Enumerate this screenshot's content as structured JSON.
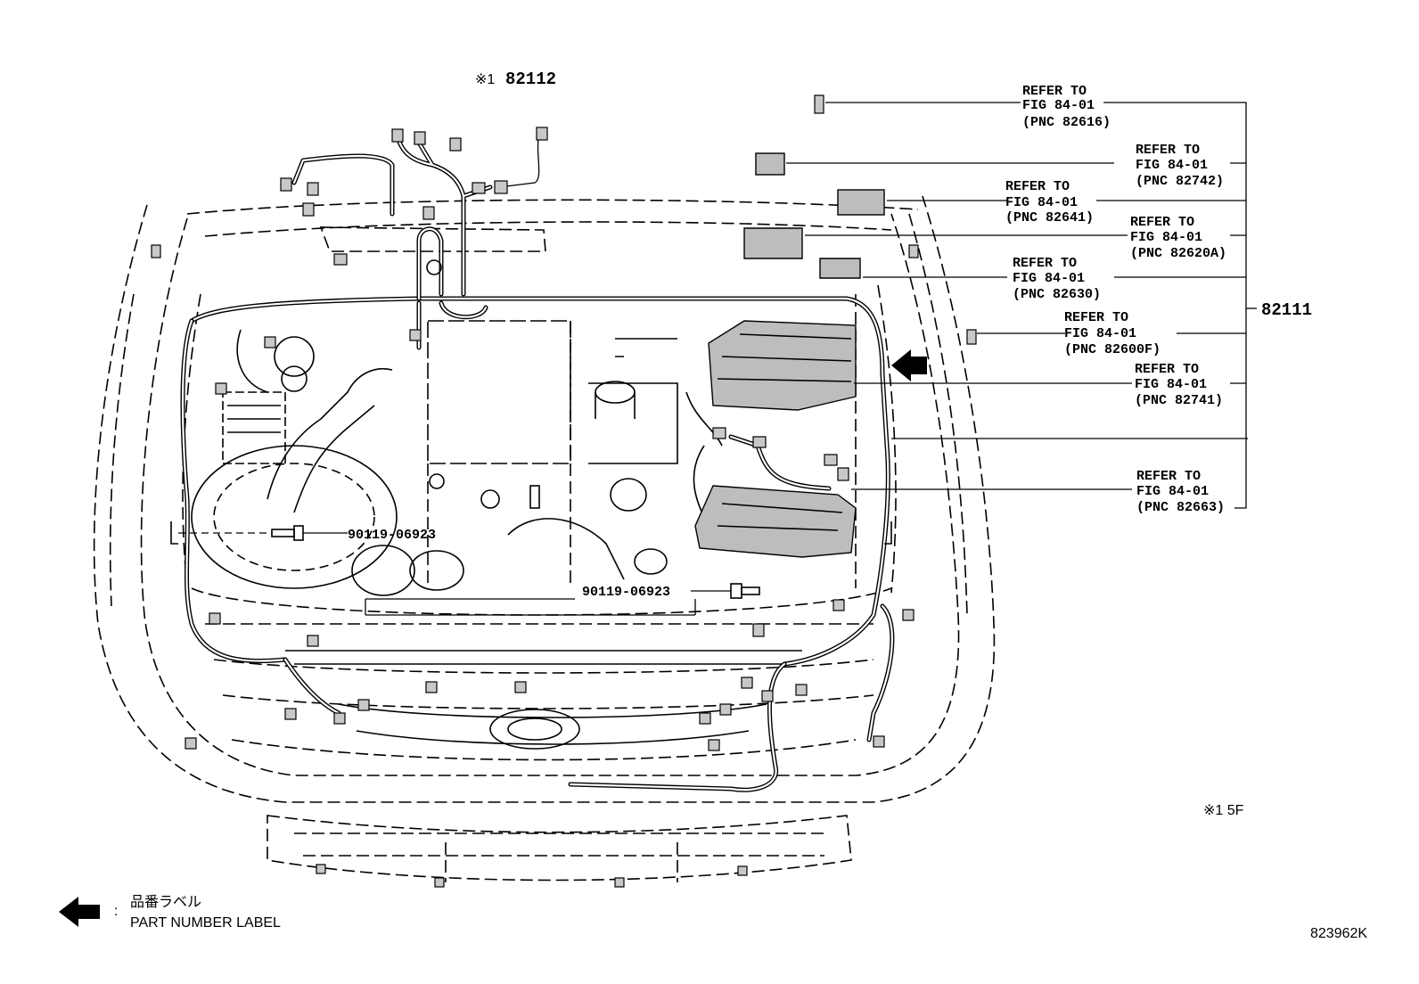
{
  "diagram": {
    "top_part": {
      "symbol": "※1",
      "number": "82112"
    },
    "main_part_number": "82111",
    "refer_callouts": [
      {
        "line1": "REFER TO",
        "line2": "FIG 84-01",
        "line3": "(PNC 82616)"
      },
      {
        "line1": "REFER TO",
        "line2": "FIG 84-01",
        "line3": "(PNC 82742)"
      },
      {
        "line1": "REFER TO",
        "line2": "FIG 84-01",
        "line3": "(PNC 82641)"
      },
      {
        "line1": "REFER TO",
        "line2": "FIG 84-01",
        "line3": "(PNC 82620A)"
      },
      {
        "line1": "REFER TO",
        "line2": "FIG 84-01",
        "line3": "(PNC 82630)"
      },
      {
        "line1": "REFER TO",
        "line2": "FIG 84-01",
        "line3": "(PNC 82600F)"
      },
      {
        "line1": "REFER TO",
        "line2": "FIG 84-01",
        "line3": "(PNC 82741)"
      },
      {
        "line1": "REFER TO",
        "line2": "FIG 84-01",
        "line3": "(PNC 82663)"
      }
    ],
    "bolt_labels": [
      "90119-06923",
      "90119-06923"
    ],
    "footnote": "※1 5F",
    "legend": {
      "japanese": "品番ラベル",
      "english": "PART NUMBER LABEL"
    },
    "figure_code": "823962K",
    "icons": [
      "part-number-label-arrow-icon",
      "bolt-icon",
      "clip-icon",
      "connector-icon"
    ]
  }
}
